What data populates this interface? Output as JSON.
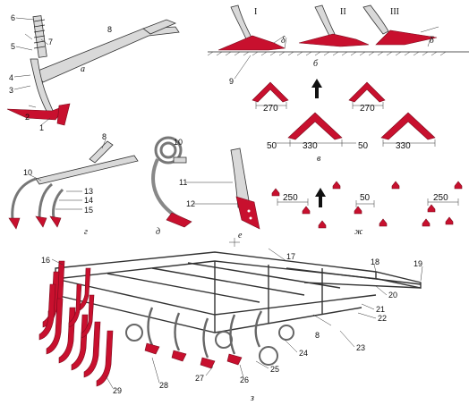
{
  "figure": {
    "panel_letters": {
      "a": "а",
      "b": "б",
      "v": "в",
      "g": "г",
      "d": "д",
      "e": "е",
      "zh": "ж",
      "z": "з"
    },
    "roman_labels": [
      "I",
      "II",
      "III"
    ],
    "angle_symbol": "δ",
    "callouts": {
      "n1": "1",
      "n2": "2",
      "n3": "3",
      "n4": "4",
      "n5": "5",
      "n6": "6",
      "n7": "7",
      "n8": "8",
      "n9": "9",
      "n10": "10",
      "n11": "11",
      "n12": "12",
      "n13": "13",
      "n14": "14",
      "n15": "15",
      "n16": "16",
      "n17": "17",
      "n18": "18",
      "n19": "19",
      "n20": "20",
      "n21": "21",
      "n22": "22",
      "n23": "23",
      "n24": "24",
      "n25": "25",
      "n26": "26",
      "n27": "27",
      "n28": "28",
      "n29": "29"
    },
    "dimensions": {
      "d270a": "270",
      "d270b": "270",
      "d330a": "330",
      "d330b": "330",
      "d50a": "50",
      "d50b": "50",
      "d250a": "250",
      "d50c": "50",
      "d250b": "250"
    },
    "colors": {
      "share_red": "#c8102e",
      "steel": "#d9d9d9",
      "ink": "#222222"
    }
  }
}
